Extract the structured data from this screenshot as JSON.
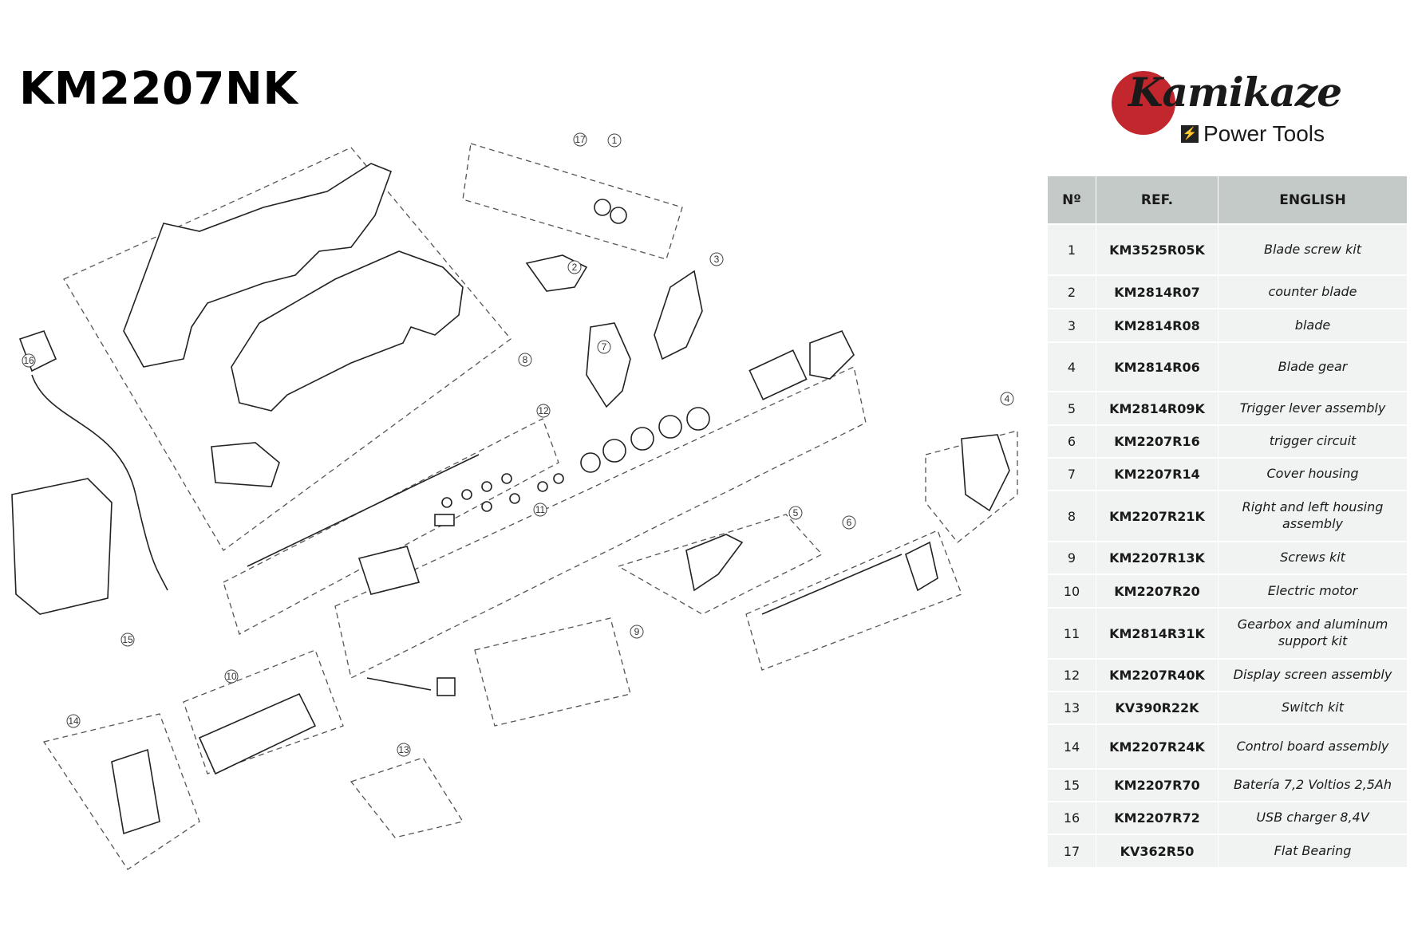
{
  "title": "KM2207NK",
  "logo": {
    "brand": "Kamikaze",
    "sub": "Power Tools"
  },
  "colors": {
    "logo_red": "#c1272d",
    "header_bg": "#c3cac8",
    "row_bg": "#f1f3f3"
  },
  "table": {
    "headers": [
      "Nº",
      "REF.",
      "ENGLISH"
    ],
    "rows": [
      {
        "num": "1",
        "ref": "KM3525R05K",
        "eng": "Blade screw kit"
      },
      {
        "num": "2",
        "ref": "KM2814R07",
        "eng": "counter blade"
      },
      {
        "num": "3",
        "ref": "KM2814R08",
        "eng": "blade"
      },
      {
        "num": "4",
        "ref": "KM2814R06",
        "eng": "Blade gear"
      },
      {
        "num": "5",
        "ref": "KM2814R09K",
        "eng": "Trigger lever assembly"
      },
      {
        "num": "6",
        "ref": "KM2207R16",
        "eng": "trigger circuit"
      },
      {
        "num": "7",
        "ref": "KM2207R14",
        "eng": "Cover housing"
      },
      {
        "num": "8",
        "ref": "KM2207R21K",
        "eng": "Right and left housing assembly"
      },
      {
        "num": "9",
        "ref": "KM2207R13K",
        "eng": "Screws kit"
      },
      {
        "num": "10",
        "ref": "KM2207R20",
        "eng": "Electric motor"
      },
      {
        "num": "11",
        "ref": "KM2814R31K",
        "eng": "Gearbox and aluminum support kit"
      },
      {
        "num": "12",
        "ref": "KM2207R40K",
        "eng": "Display screen assembly"
      },
      {
        "num": "13",
        "ref": "KV390R22K",
        "eng": "Switch kit"
      },
      {
        "num": "14",
        "ref": "KM2207R24K",
        "eng": "Control board assembly"
      },
      {
        "num": "15",
        "ref": "KM2207R70",
        "eng": "Batería 7,2 Voltios 2,5Ah"
      },
      {
        "num": "16",
        "ref": "KM2207R72",
        "eng": "USB charger 8,4V"
      },
      {
        "num": "17",
        "ref": "KV362R50",
        "eng": "Flat Bearing"
      }
    ]
  },
  "callouts": [
    "17",
    "1",
    "2",
    "3",
    "7",
    "8",
    "16",
    "12",
    "4",
    "11",
    "5",
    "6",
    "9",
    "10",
    "15",
    "14",
    "13"
  ]
}
